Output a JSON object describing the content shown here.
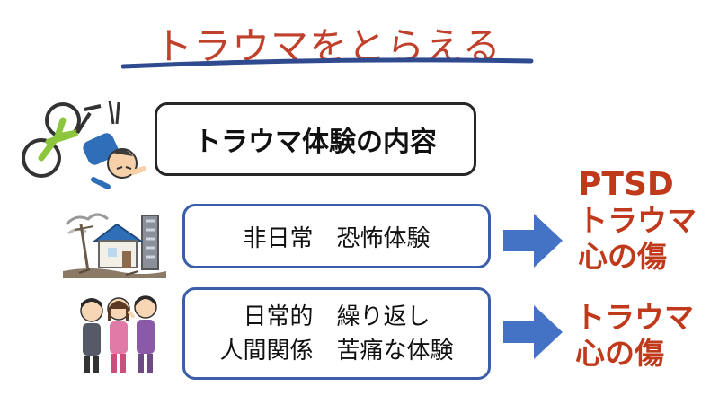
{
  "title": "トラウマをとらえる",
  "header_box": "トラウマ体験の内容",
  "rows": [
    {
      "lines": [
        "非日常　恐怖体験"
      ],
      "result": [
        "PTSD",
        "トラウマ",
        "心の傷"
      ]
    },
    {
      "lines": [
        "日常的　繰り返し",
        "人間関係　苦痛な体験"
      ],
      "result": [
        "トラウマ",
        "心の傷"
      ]
    }
  ],
  "icons": {
    "accident": "bicycle-accident-icon",
    "disaster": "damaged-house-disaster-icon",
    "people": "whispering-people-icon",
    "arrow": "arrow-right-icon"
  },
  "colors": {
    "title": "#c0412b",
    "underline": "#2f4a8e",
    "box_border_blue": "#3c5ea8",
    "box_border_dark": "#262626",
    "arrow": "#4472c4",
    "result_text": "#c0391b"
  }
}
